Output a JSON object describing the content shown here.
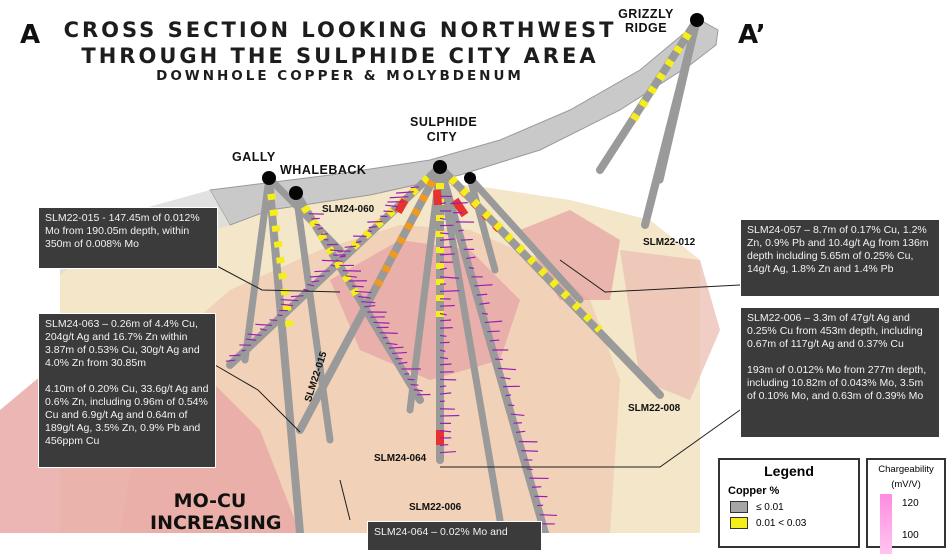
{
  "title": {
    "line1": "CROSS SECTION LOOKING NORTHWEST",
    "line2": "THROUGH THE SULPHIDE CITY AREA",
    "line3": "DOWNHOLE COPPER & MOLYBDENUM"
  },
  "section_ends": {
    "left": "A",
    "right": "A’"
  },
  "sites": {
    "grizzly_ridge": "GRIZZLY\nRIDGE",
    "sulphide_city": "SULPHIDE\nCITY",
    "gally": "GALLY",
    "whaleback": "WHALEBACK"
  },
  "drill_holes": {
    "slm24_060": "SLM24-060",
    "slm22_012": "SLM22-012",
    "slm22_015": "SLM22-015",
    "slm22_008": "SLM22-008",
    "slm24_064": "SLM24-064",
    "slm22_006": "SLM22-006"
  },
  "callouts": {
    "slm22_015": "SLM22-015 - 147.45m of 0.012% Mo from 190.05m depth, within 350m of 0.008% Mo",
    "slm24_063_p1": "SLM24-063 – 0.26m of 4.4% Cu, 204g/t Ag and 16.7% Zn within 3.87m of 0.53% Cu, 30g/t Ag and 4.0% Zn from 30.85m",
    "slm24_063_p2": "4.10m of 0.20% Cu, 33.6g/t Ag and 0.6% Zn, including 0.96m of 0.54% Cu and 6.9g/t Ag and 0.64m of 189g/t Ag, 3.5% Zn, 0.9% Pb and 456ppm Cu",
    "slm24_057": "SLM24-057 – 8.7m of 0.17% Cu, 1.2% Zn, 0.9% Pb and 10.4g/t Ag from 136m depth including 5.65m of 0.25% Cu, 14g/t Ag, 1.8% Zn and 1.4% Pb",
    "slm22_006_p1": "SLM22-006 – 3.3m of 47g/t Ag and 0.25% Cu from 453m depth, including 0.67m of 117g/t Ag and 0.37% Cu",
    "slm22_006_p2": "193m of 0.012% Mo from 277m depth, including 10.82m of 0.043% Mo, 3.5m of 0.10% Mo, and 0.63m of 0.39% Mo",
    "slm24_064": "SLM24-064 – 0.02% Mo and"
  },
  "zone_label": {
    "line1": "MO-CU",
    "line2": "INCREASING"
  },
  "legend": {
    "title": "Legend",
    "subtitle": "Copper %",
    "items": [
      {
        "label": "≤ 0.01",
        "color": "#a6a6a6"
      },
      {
        "label": "0.01 < 0.03",
        "color": "#f5ee1a"
      }
    ]
  },
  "chargeability": {
    "title": "Chargeability",
    "unit": "(mV/V)",
    "ticks": [
      "120",
      "100"
    ]
  },
  "colors": {
    "trace_base": "#9a9a9a",
    "cu_low": "#f5ee1a",
    "cu_mid": "#f29a1e",
    "cu_high": "#e8322f",
    "mo_spikes": "#9b1fb4",
    "chargeability_high": "#e79a9a",
    "chargeability_mid": "#f3d7b7",
    "topography": "#cfcfcf"
  }
}
